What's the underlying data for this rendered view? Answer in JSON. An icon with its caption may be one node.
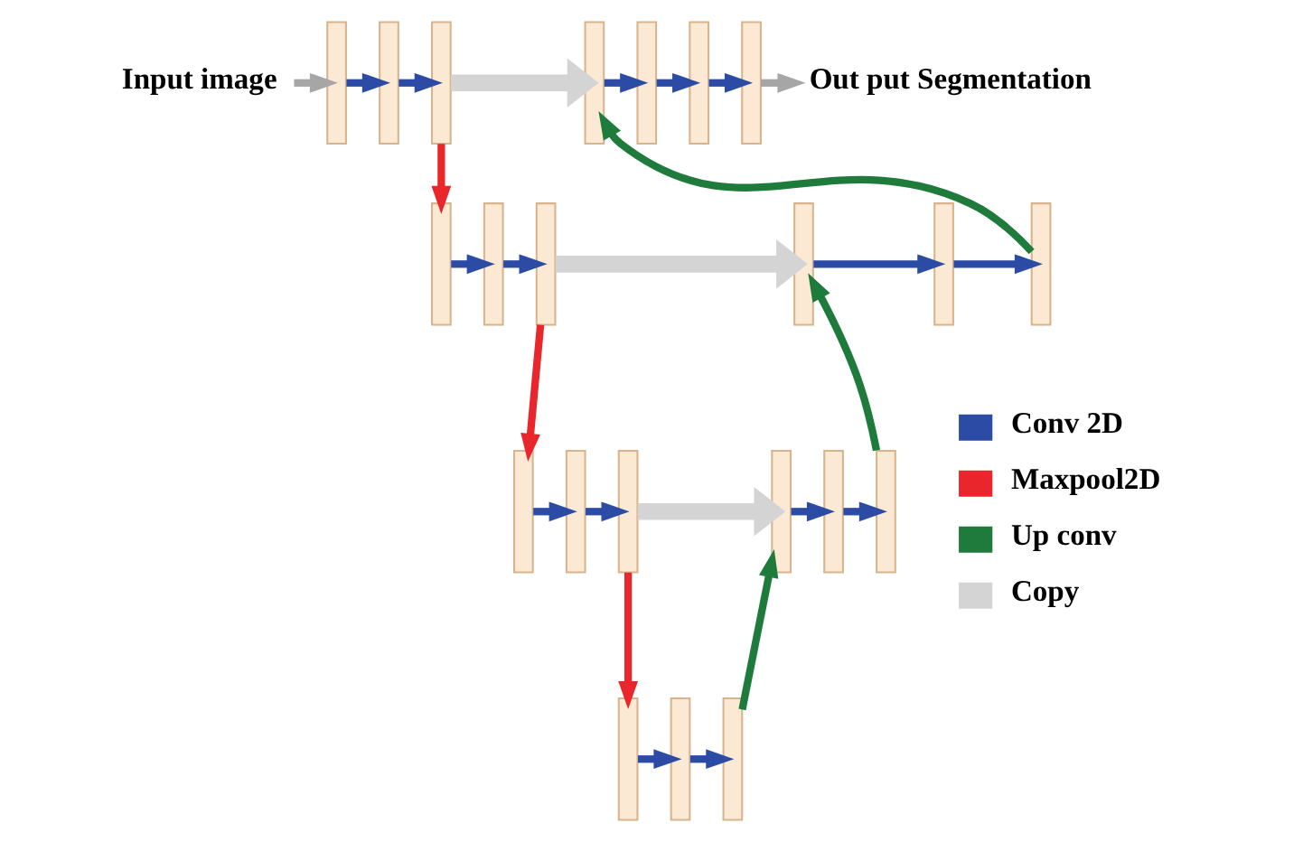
{
  "diagram": {
    "nodes": [
      {
        "text": [
          "Input image"
        ]
      },
      {
        "text": [],
        "shape": "bar"
      },
      {
        "text": [],
        "shape": "bar"
      },
      {
        "text": [],
        "shape": "bar"
      },
      {
        "text": [],
        "shape": "bar"
      },
      {
        "text": [],
        "shape": "bar"
      },
      {
        "text": [],
        "shape": "bar"
      },
      {
        "text": [],
        "shape": "bar"
      },
      {
        "text": [
          "Out put Segmentation"
        ]
      },
      {
        "text": [],
        "shape": "bar"
      },
      {
        "text": [],
        "shape": "bar"
      },
      {
        "text": [],
        "shape": "bar"
      },
      {
        "text": [],
        "shape": "bar"
      },
      {
        "text": [],
        "shape": "bar"
      },
      {
        "text": [],
        "shape": "bar"
      },
      {
        "text": [],
        "shape": "bar"
      },
      {
        "text": [],
        "shape": "bar"
      },
      {
        "text": [],
        "shape": "bar"
      },
      {
        "text": [],
        "shape": "bar"
      },
      {
        "text": [],
        "shape": "bar"
      },
      {
        "text": [],
        "shape": "bar"
      },
      {
        "text": [],
        "shape": "bar"
      },
      {
        "text": [],
        "shape": "bar"
      },
      {
        "text": [],
        "shape": "bar"
      }
    ],
    "edges": [
      {
        "from": 0,
        "to": 1,
        "arrow": "to",
        "color": "#a6a6a6"
      },
      {
        "from": 1,
        "to": 2,
        "arrow": "to"
      },
      {
        "from": 2,
        "to": 3,
        "arrow": "to"
      },
      {
        "from": 3,
        "to": 4,
        "arrow": "to",
        "style": "thick",
        "color": "#d4d4d4"
      },
      {
        "from": 4,
        "to": 5,
        "arrow": "to"
      },
      {
        "from": 5,
        "to": 6,
        "arrow": "to"
      },
      {
        "from": 6,
        "to": 7,
        "arrow": "to"
      },
      {
        "from": 7,
        "to": 8,
        "arrow": "to",
        "color": "#a6a6a6"
      },
      {
        "from": 3,
        "to": 9,
        "arrow": "to",
        "color": "#e8262b"
      },
      {
        "from": 9,
        "to": 10,
        "arrow": "to"
      },
      {
        "from": 10,
        "to": 11,
        "arrow": "to"
      },
      {
        "from": 11,
        "to": 12,
        "arrow": "to",
        "style": "thick",
        "color": "#d4d4d4"
      },
      {
        "from": 12,
        "to": 13,
        "arrow": "to"
      },
      {
        "from": 13,
        "to": 14,
        "arrow": "to"
      },
      {
        "from": 14,
        "to": 4,
        "arrow": "to",
        "color": "#1e7b3b"
      },
      {
        "from": 11,
        "to": 15,
        "arrow": "to",
        "color": "#e8262b"
      },
      {
        "from": 15,
        "to": 16,
        "arrow": "to"
      },
      {
        "from": 16,
        "to": 17,
        "arrow": "to"
      },
      {
        "from": 17,
        "to": 18,
        "arrow": "to",
        "style": "thick",
        "color": "#d4d4d4"
      },
      {
        "from": 18,
        "to": 19,
        "arrow": "to"
      },
      {
        "from": 19,
        "to": 20,
        "arrow": "to"
      },
      {
        "from": 20,
        "to": 12,
        "arrow": "to",
        "color": "#1e7b3b"
      },
      {
        "from": 17,
        "to": 21,
        "arrow": "to",
        "color": "#e8262b"
      },
      {
        "from": 21,
        "to": 22,
        "arrow": "to"
      },
      {
        "from": 22,
        "to": 23,
        "arrow": "to"
      },
      {
        "from": 23,
        "to": 18,
        "arrow": "to",
        "color": "#1e7b3b"
      }
    ],
    "legend": [
      {
        "text": "Conv 2D"
      },
      {
        "text": "Maxpool2D"
      },
      {
        "text": "Up conv"
      },
      {
        "text": "Copy"
      }
    ]
  }
}
